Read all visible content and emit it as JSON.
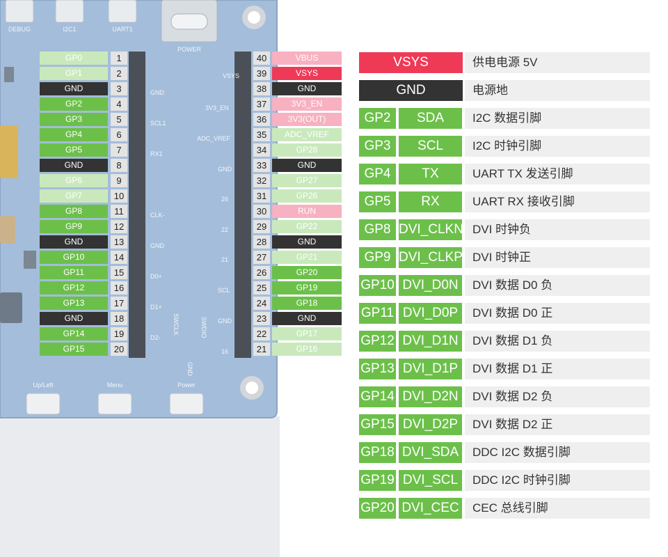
{
  "board": {
    "connector_labels": [
      "DEBUG",
      "I2C1",
      "UART1",
      "POWER"
    ],
    "silkscreen_top": [
      "VSYS",
      "GND",
      "3V3_EN",
      "SCL1",
      "ADC_VREF",
      "RX1",
      "GND",
      "26",
      "CLK-",
      "22",
      "GND",
      "D0+",
      "21",
      "SCL",
      "D1+",
      "GND",
      "D2-",
      "16"
    ],
    "silkscreen_bottom": [
      "SWCLK",
      "GND",
      "SWDIO"
    ],
    "buttons": [
      "Up/Left",
      "Menu",
      "Power"
    ]
  },
  "header_left": [
    {
      "pin": "1",
      "label": "GP0",
      "style": "light"
    },
    {
      "pin": "2",
      "label": "GP1",
      "style": "light"
    },
    {
      "pin": "3",
      "label": "GND",
      "style": "gnd"
    },
    {
      "pin": "4",
      "label": "GP2",
      "style": "green"
    },
    {
      "pin": "5",
      "label": "GP3",
      "style": "green"
    },
    {
      "pin": "6",
      "label": "GP4",
      "style": "green"
    },
    {
      "pin": "7",
      "label": "GP5",
      "style": "green"
    },
    {
      "pin": "8",
      "label": "GND",
      "style": "gnd"
    },
    {
      "pin": "9",
      "label": "GP6",
      "style": "light"
    },
    {
      "pin": "10",
      "label": "GP7",
      "style": "light"
    },
    {
      "pin": "11",
      "label": "GP8",
      "style": "green"
    },
    {
      "pin": "12",
      "label": "GP9",
      "style": "green"
    },
    {
      "pin": "13",
      "label": "GND",
      "style": "gnd"
    },
    {
      "pin": "14",
      "label": "GP10",
      "style": "green"
    },
    {
      "pin": "15",
      "label": "GP11",
      "style": "green"
    },
    {
      "pin": "16",
      "label": "GP12",
      "style": "green"
    },
    {
      "pin": "17",
      "label": "GP13",
      "style": "green"
    },
    {
      "pin": "18",
      "label": "GND",
      "style": "gnd"
    },
    {
      "pin": "19",
      "label": "GP14",
      "style": "green"
    },
    {
      "pin": "20",
      "label": "GP15",
      "style": "green"
    }
  ],
  "header_right": [
    {
      "pin": "40",
      "label": "VBUS",
      "style": "pinklight"
    },
    {
      "pin": "39",
      "label": "VSYS",
      "style": "red"
    },
    {
      "pin": "38",
      "label": "GND",
      "style": "gnd"
    },
    {
      "pin": "37",
      "label": "3V3_EN",
      "style": "pinklight"
    },
    {
      "pin": "36",
      "label": "3V3(OUT)",
      "style": "pinklight"
    },
    {
      "pin": "35",
      "label": "ADC_VREF",
      "style": "light"
    },
    {
      "pin": "34",
      "label": "GP28",
      "style": "light"
    },
    {
      "pin": "33",
      "label": "GND",
      "style": "gnd"
    },
    {
      "pin": "32",
      "label": "GP27",
      "style": "light"
    },
    {
      "pin": "31",
      "label": "GP26",
      "style": "light"
    },
    {
      "pin": "30",
      "label": "RUN",
      "style": "pinklight"
    },
    {
      "pin": "29",
      "label": "GP22",
      "style": "light"
    },
    {
      "pin": "28",
      "label": "GND",
      "style": "gnd"
    },
    {
      "pin": "27",
      "label": "GP21",
      "style": "light"
    },
    {
      "pin": "26",
      "label": "GP20",
      "style": "green"
    },
    {
      "pin": "25",
      "label": "GP19",
      "style": "green"
    },
    {
      "pin": "24",
      "label": "GP18",
      "style": "green"
    },
    {
      "pin": "23",
      "label": "GND",
      "style": "gnd"
    },
    {
      "pin": "22",
      "label": "GP17",
      "style": "light"
    },
    {
      "pin": "21",
      "label": "GP16",
      "style": "light"
    }
  ],
  "legend": [
    {
      "gp": "VSYS",
      "func": "",
      "desc": "供电电源 5V",
      "style": "red"
    },
    {
      "gp": "GND",
      "func": "",
      "desc": "电源地",
      "style": "gnd"
    },
    {
      "gp": "GP2",
      "func": "SDA",
      "desc": "I2C 数据引脚",
      "style": "green"
    },
    {
      "gp": "GP3",
      "func": "SCL",
      "desc": "I2C 时钟引脚",
      "style": "green"
    },
    {
      "gp": "GP4",
      "func": "TX",
      "desc": "UART TX 发送引脚",
      "style": "green"
    },
    {
      "gp": "GP5",
      "func": "RX",
      "desc": "UART RX 接收引脚",
      "style": "green"
    },
    {
      "gp": "GP8",
      "func": "DVI_CLKN",
      "desc": "DVI 时钟负",
      "style": "green"
    },
    {
      "gp": "GP9",
      "func": "DVI_CLKP",
      "desc": "DVI 时钟正",
      "style": "green"
    },
    {
      "gp": "GP10",
      "func": "DVI_D0N",
      "desc": "DVI 数据 D0 负",
      "style": "green"
    },
    {
      "gp": "GP11",
      "func": "DVI_D0P",
      "desc": "DVI 数据 D0 正",
      "style": "green"
    },
    {
      "gp": "GP12",
      "func": "DVI_D1N",
      "desc": "DVI 数据 D1 负",
      "style": "green"
    },
    {
      "gp": "GP13",
      "func": "DVI_D1P",
      "desc": "DVI 数据 D1 正",
      "style": "green"
    },
    {
      "gp": "GP14",
      "func": "DVI_D2N",
      "desc": "DVI 数据 D2 负",
      "style": "green"
    },
    {
      "gp": "GP15",
      "func": "DVI_D2P",
      "desc": "DVI 数据 D2 正",
      "style": "green"
    },
    {
      "gp": "GP18",
      "func": "DVI_SDA",
      "desc": "DDC I2C 数据引脚",
      "style": "green"
    },
    {
      "gp": "GP19",
      "func": "DVI_SCL",
      "desc": "DDC I2C 时钟引脚",
      "style": "green"
    },
    {
      "gp": "GP20",
      "func": "DVI_CEC",
      "desc": "CEC 总线引脚",
      "style": "green"
    }
  ],
  "colors": {
    "green": "#6cc04a",
    "light": "#c9e9bd",
    "gnd": "#333333",
    "red": "#ee3a57",
    "pinklight": "#f7b1c0",
    "board": "#9db6d6",
    "board_shadow": "#dfe3e8"
  }
}
